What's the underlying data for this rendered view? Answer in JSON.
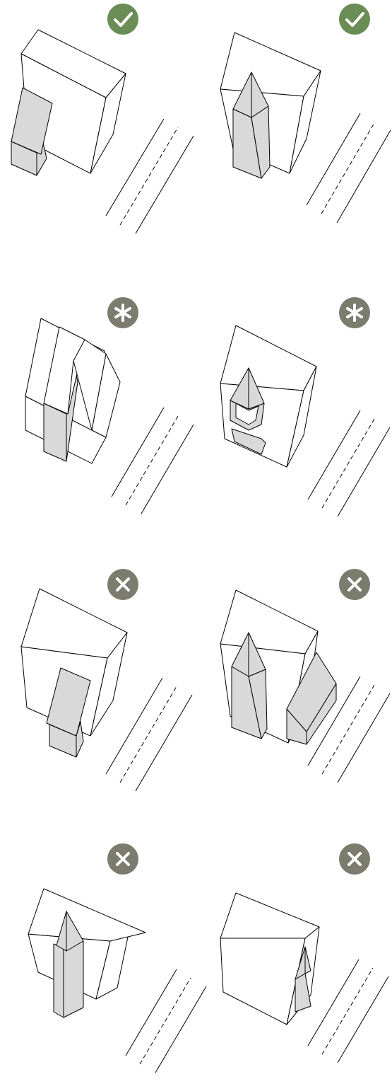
{
  "legend": {
    "approved": {
      "icon": "check-icon",
      "color": "#6a8d55"
    },
    "conditional": {
      "icon": "asterisk-icon",
      "color": "#7b7c6e"
    },
    "rejected": {
      "icon": "x-icon",
      "color": "#7b7c6e"
    }
  },
  "colors": {
    "addition_fill": "#d9d9d9",
    "outline": "#000000",
    "background": "#ffffff"
  },
  "examples": [
    {
      "row": 1,
      "column": "left",
      "status": "approved",
      "addition": "side-entry-porch"
    },
    {
      "row": 1,
      "column": "right",
      "status": "approved",
      "addition": "front-tower"
    },
    {
      "row": 2,
      "column": "left",
      "status": "conditional",
      "addition": "front-gable-wing"
    },
    {
      "row": 2,
      "column": "right",
      "status": "conditional",
      "addition": "oriel-bay-window"
    },
    {
      "row": 3,
      "column": "left",
      "status": "rejected",
      "addition": "front-protruding-wing"
    },
    {
      "row": 3,
      "column": "right",
      "status": "rejected",
      "addition": "tower-and-side-wing"
    },
    {
      "row": 4,
      "column": "left",
      "status": "rejected",
      "addition": "through-roof-tower"
    },
    {
      "row": 4,
      "column": "right",
      "status": "rejected",
      "addition": "side-tower-on-street-facade"
    }
  ]
}
